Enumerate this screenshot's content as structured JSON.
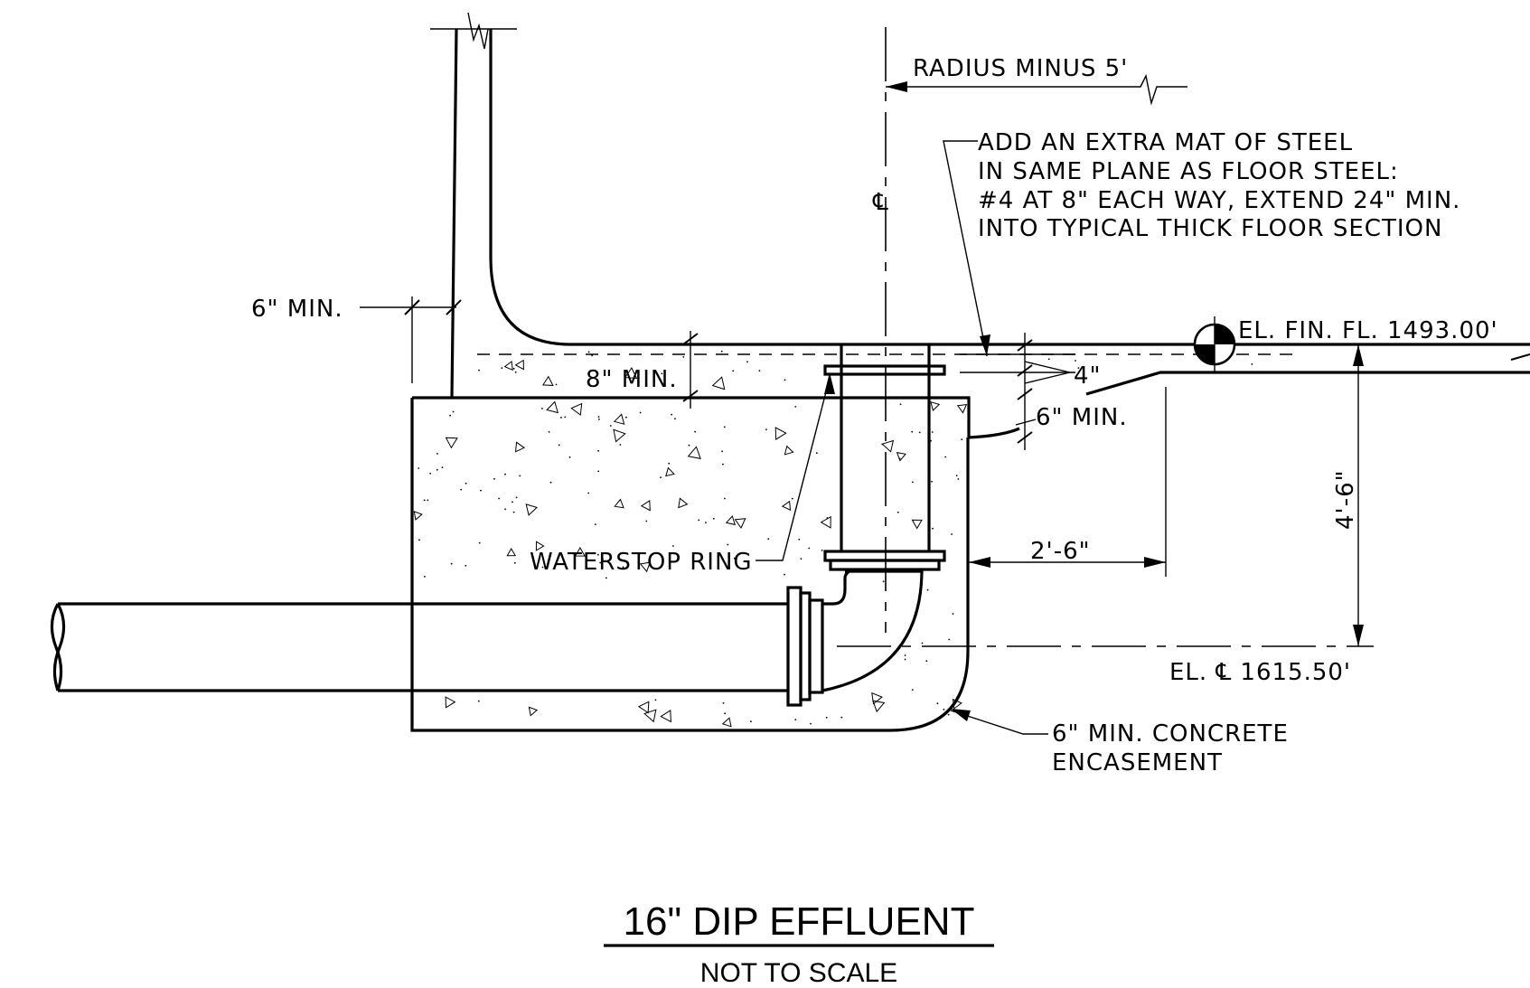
{
  "labels": {
    "radius_minus": "RADIUS MINUS 5'",
    "add_mat_line1": "ADD AN EXTRA MAT OF STEEL",
    "add_mat_line2": "IN SAME PLANE AS FLOOR STEEL:",
    "add_mat_line3": "#4 AT 8\" EACH WAY, EXTEND 24\" MIN.",
    "add_mat_line4": "INTO TYPICAL THICK FLOOR SECTION",
    "centerline_symbol": "℄",
    "wall_min": "6\" MIN.",
    "floor_min": "8\" MIN.",
    "floor_recess": "4\"",
    "recess_min": "6\" MIN.",
    "finish_floor": "EL. FIN. FL. 1493.00'",
    "depth": "4'-6\"",
    "offset": "2'-6\"",
    "waterstop": "WATERSTOP RING",
    "invert_el": "EL. ℄ 1615.50'",
    "encasement_line1": "6\" MIN. CONCRETE",
    "encasement_line2": "ENCASEMENT"
  },
  "title": {
    "main": "16\" DIP EFFLUENT",
    "sub": "NOT TO SCALE"
  }
}
